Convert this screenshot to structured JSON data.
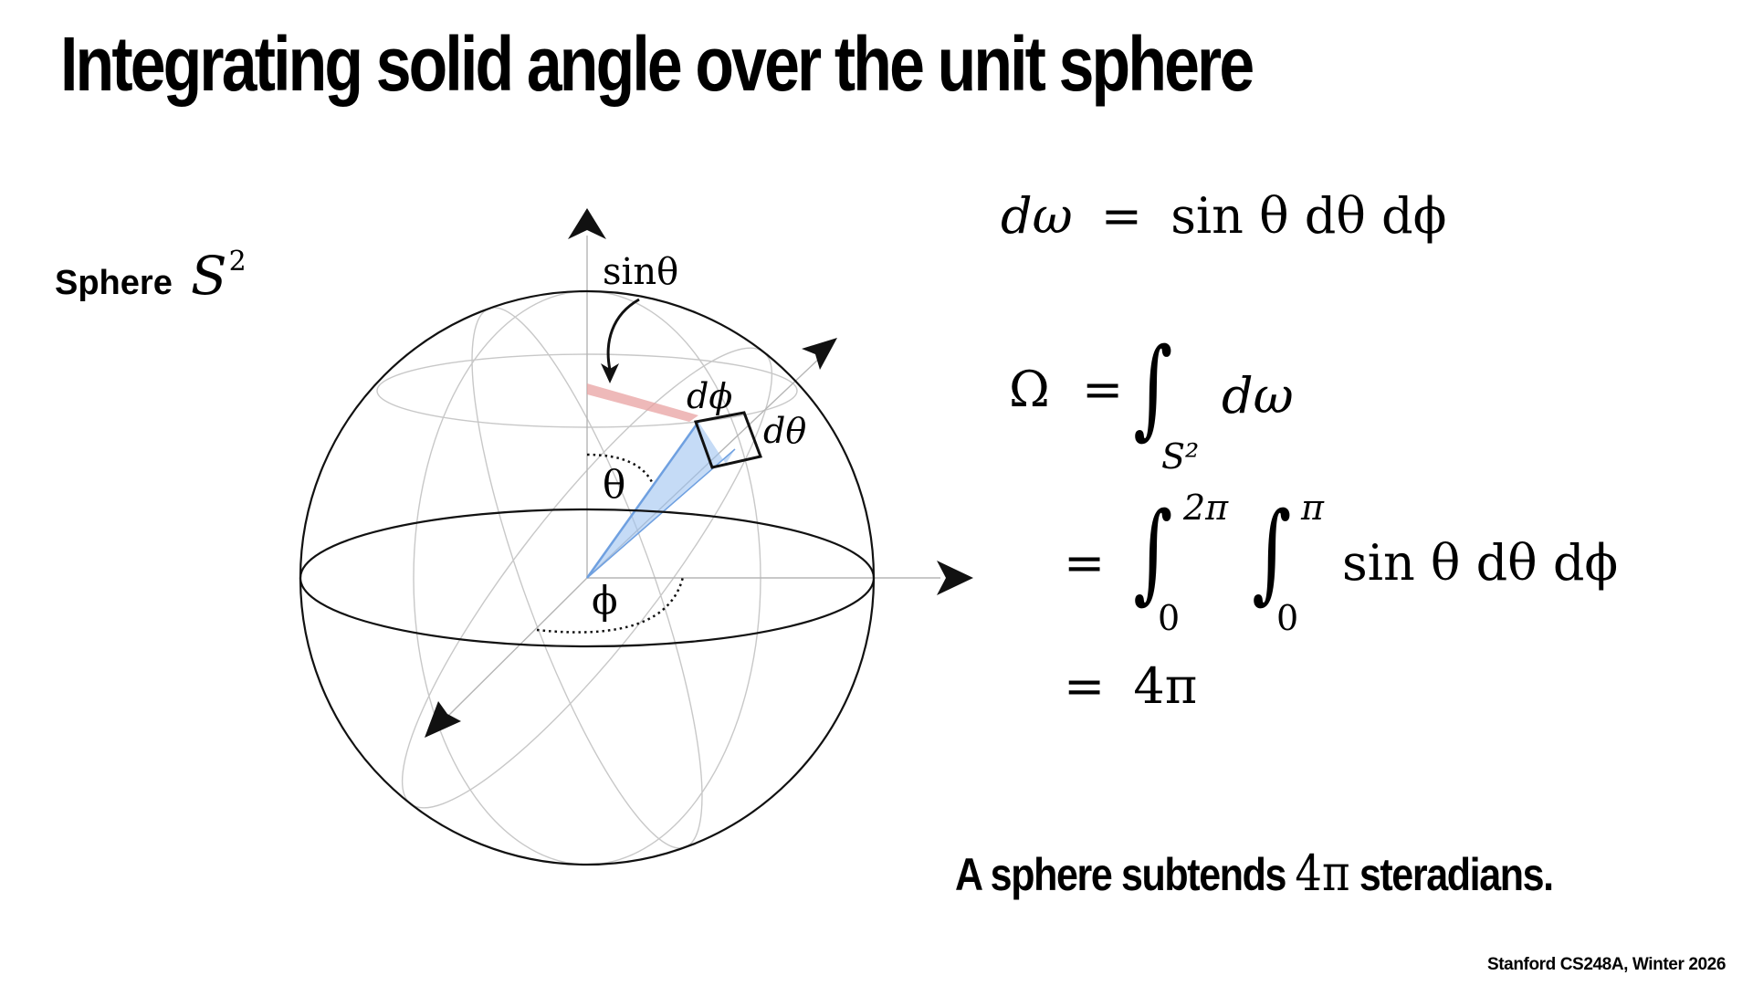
{
  "slide": {
    "title": "Integrating solid angle over the unit sphere",
    "sphere_label": "Sphere",
    "sphere_symbol": "S",
    "sphere_exponent": "2",
    "footer": "Stanford CS248A, Winter 2026"
  },
  "diagram": {
    "label_sin_theta": "sinθ",
    "label_d_phi": "dϕ",
    "label_d_theta": "dθ",
    "label_theta": "θ",
    "label_phi": "ϕ",
    "colors": {
      "red_band": "#e8a2a2",
      "blue_wedge": "#9fc3f0",
      "grid": "#c8c8c8"
    }
  },
  "equations": {
    "eq1_lhs": "dω",
    "eq1_eq": "=",
    "eq1_rhs": "sin θ dθ dϕ",
    "eq2_lhs": "Ω",
    "eq2_eq": "=",
    "eq2_sub": "S²",
    "eq2_rhs": "dω",
    "eq3_eq": "=",
    "eq3_upper1": "2π",
    "eq3_lower1": "0",
    "eq3_upper2": "π",
    "eq3_lower2": "0",
    "eq3_rhs": "sin θ dθ dϕ",
    "eq4_eq": "=",
    "eq4_rhs": "4π"
  },
  "conclusion": {
    "before": "A sphere subtends",
    "math": "4π",
    "after": "steradians."
  }
}
